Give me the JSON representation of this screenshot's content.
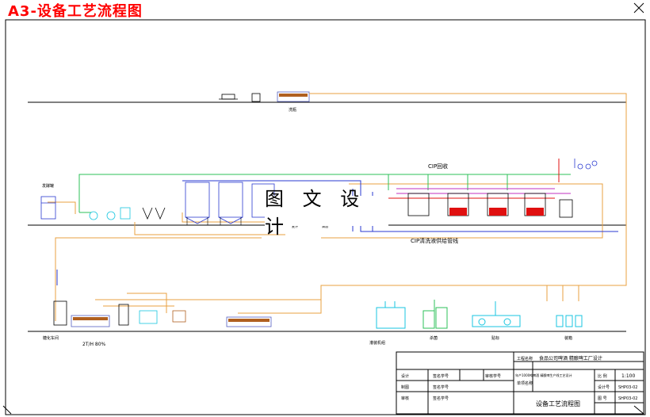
{
  "title": "A3-设备工艺流程图",
  "watermark": "图 文 设 计",
  "labels": {
    "top_unit": "洗瓶",
    "cip_top": "CIP回收",
    "cip_bottom": "CIP清洗液供给管线",
    "left_tank": "发酵罐",
    "raw_left": "麦汁",
    "raw_right": "清酒",
    "bottom_left": "糖化车间",
    "bottom_capacity": "2T/H 80%",
    "pkg_1": "灌装机组",
    "pkg_2": "杀菌",
    "pkg_3": "贴标",
    "pkg_4": "装箱"
  },
  "table": {
    "project_label": "工程名称",
    "company": "食品公司啤酒 精酿啤工厂设计",
    "sub_label": "单项名称",
    "sub_value": "年产1000吨啤酒 精酿啤生产线工艺设计",
    "scale_label": "比 例",
    "scale_value": "1:100",
    "drawing_no_label": "设计号",
    "drawing_no_value": "SHP03-02",
    "sheet_label": "图 号",
    "sheet_value": "SHP03-02",
    "drawing_title": "设备工艺流程图",
    "rows": [
      {
        "role": "设计",
        "sign": "签名学号",
        "date": "审核学号"
      },
      {
        "role": "制图",
        "sign": "签名学号",
        "date": ""
      },
      {
        "role": "审核",
        "sign": "签名学号",
        "date": ""
      }
    ]
  },
  "colors": {
    "border": "#000000",
    "title": "#ff0000",
    "orange": "#e8a040",
    "green": "#2ec05a",
    "blue": "#2a3ad0",
    "cyan": "#19c6e0",
    "red": "#e01010",
    "magenta": "#c030c0"
  }
}
